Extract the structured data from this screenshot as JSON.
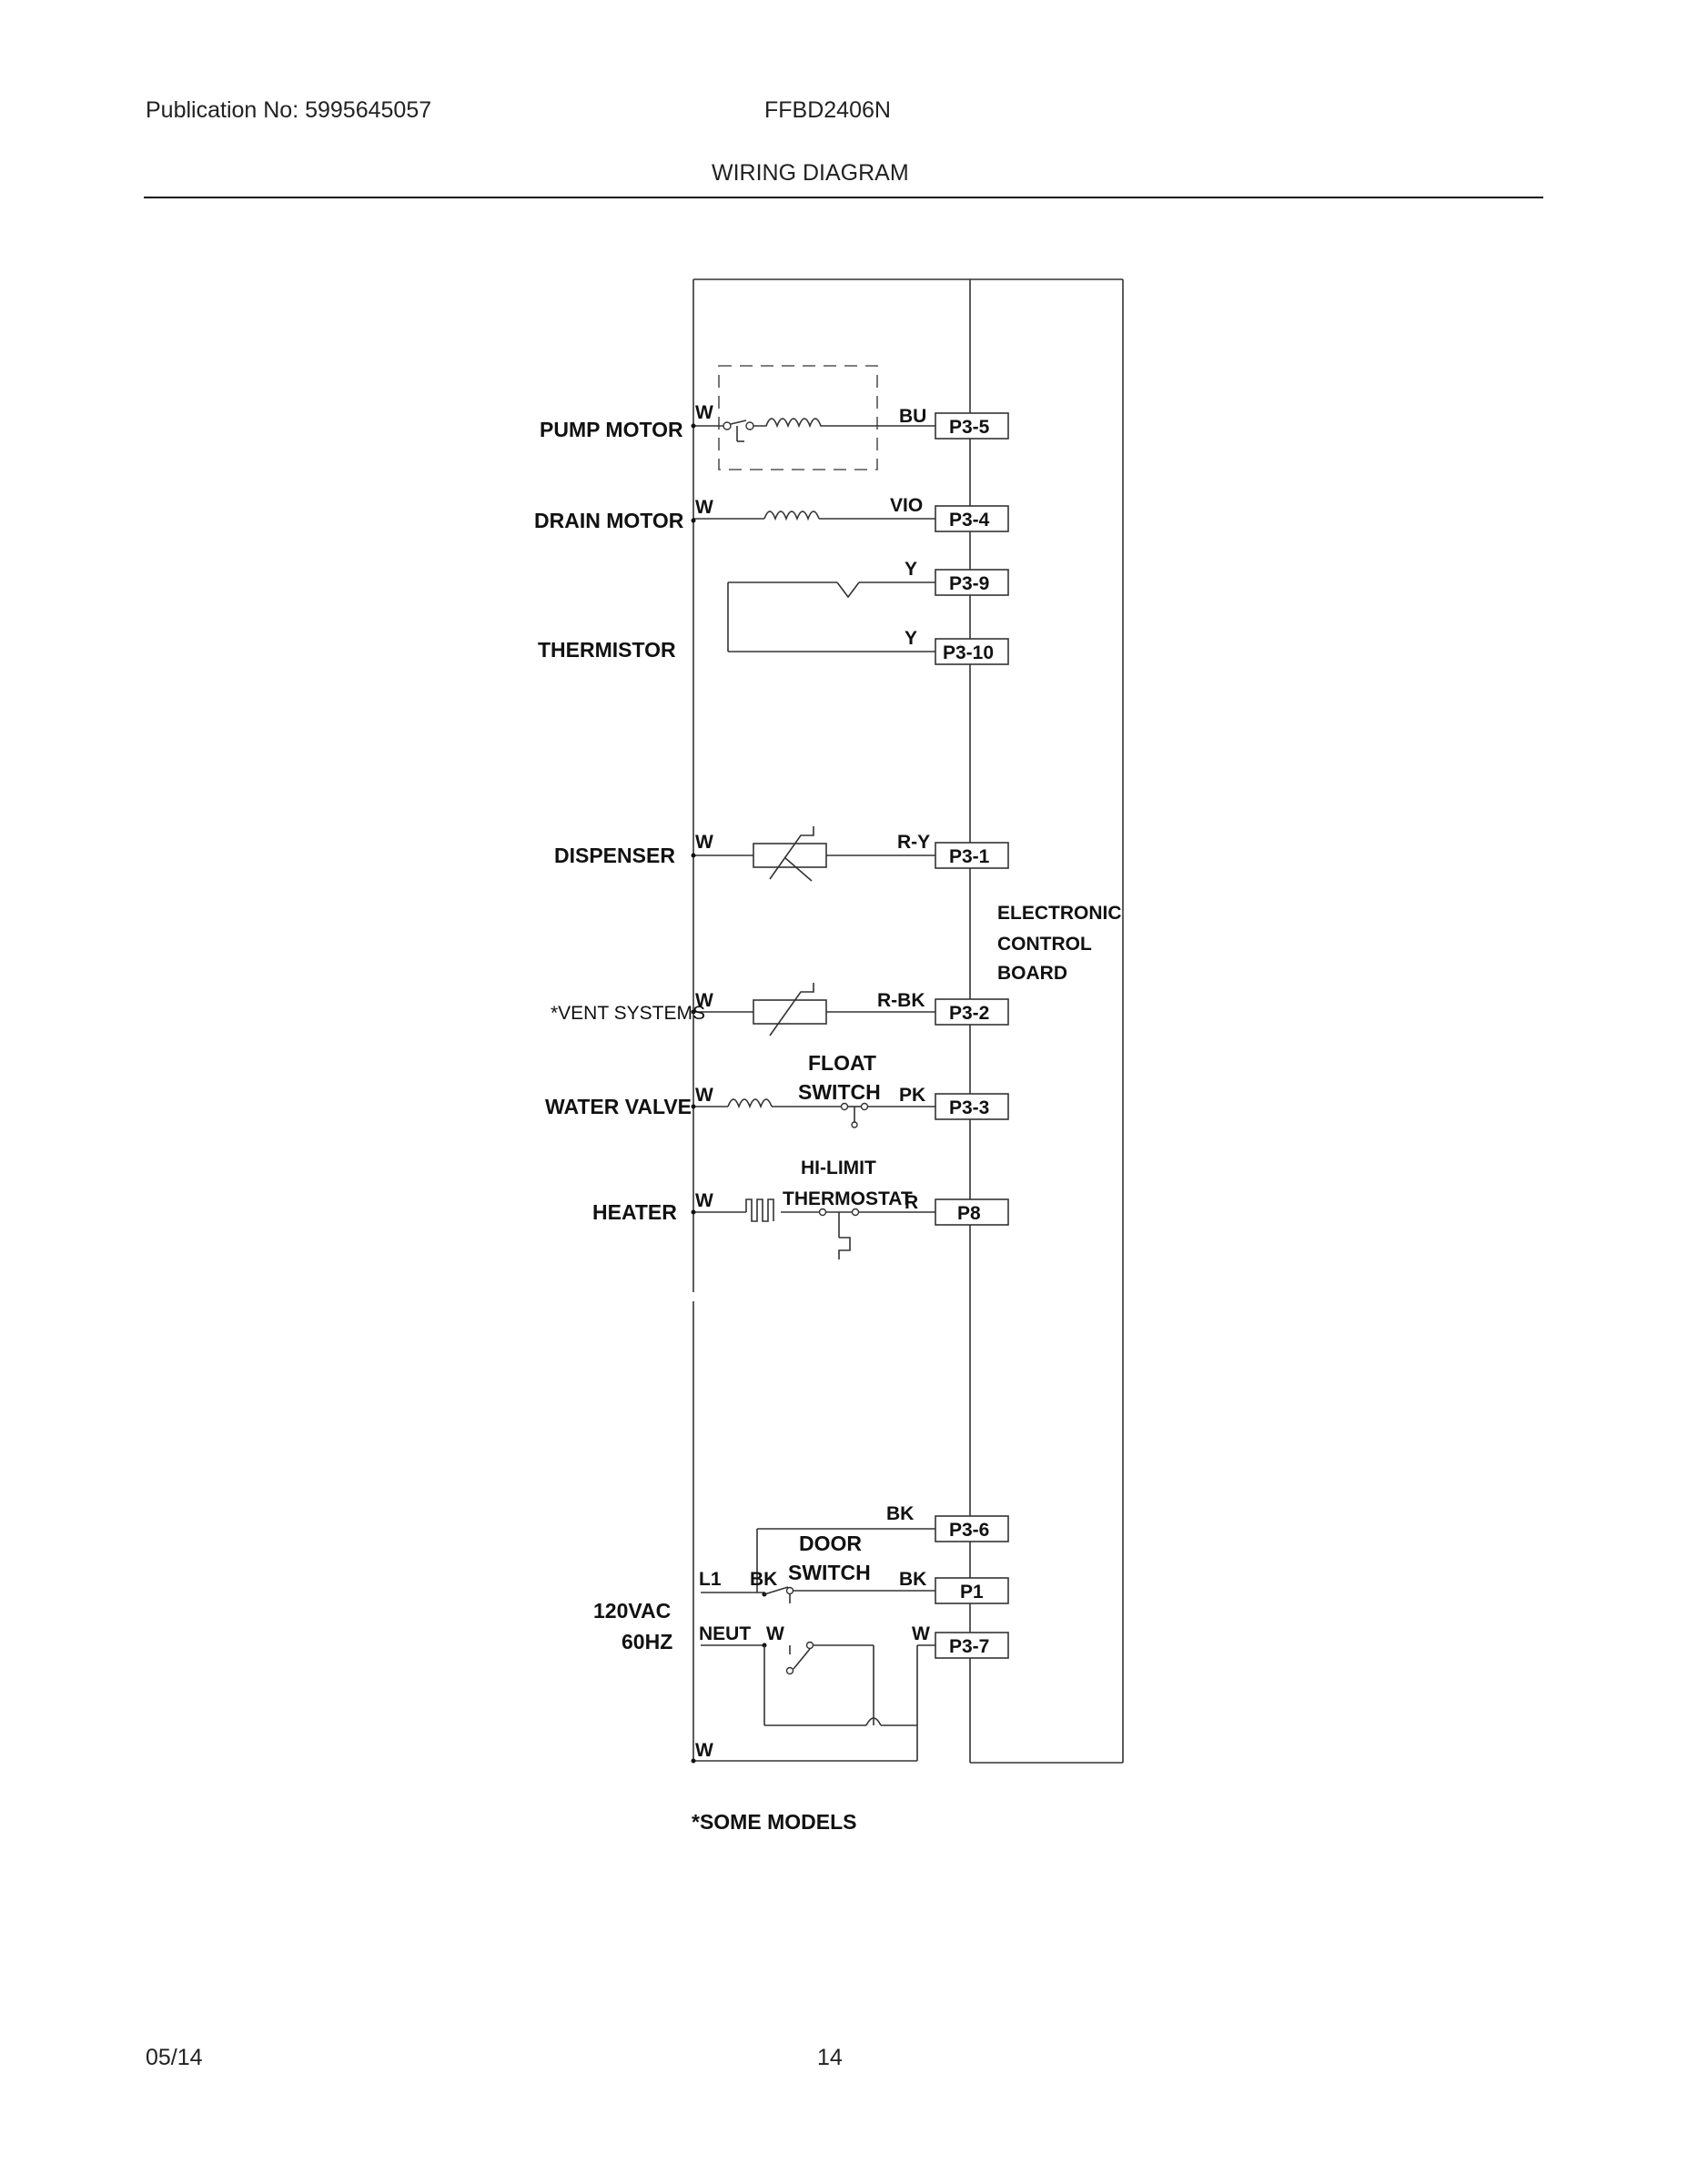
{
  "header": {
    "publication": "Publication No: 5995645057",
    "model": "FFBD2406N",
    "title": "WIRING DIAGRAM"
  },
  "footer": {
    "date": "05/14",
    "page": "14"
  },
  "components": {
    "pump_motor": "PUMP MOTOR",
    "drain_motor": "DRAIN MOTOR",
    "thermistor": "THERMISTOR",
    "dispenser": "DISPENSER",
    "vent_systems": "*VENT SYSTEMS",
    "water_valve": "WATER VALVE",
    "heater": "HEATER",
    "power_line1": "120VAC",
    "power_line2": "60HZ",
    "float_switch_line1": "FLOAT",
    "float_switch_line2": "SWITCH",
    "hi_limit_line1": "HI-LIMIT",
    "hi_limit_line2": "THERMOSTAT",
    "door_switch_line1": "DOOR",
    "door_switch_line2": "SWITCH",
    "board_line1": "ELECTRONIC",
    "board_line2": "CONTROL",
    "board_line3": "BOARD"
  },
  "wires": {
    "w_pump": "W",
    "bu": "BU",
    "w_drain": "W",
    "vio": "VIO",
    "y1": "Y",
    "y2": "Y",
    "w_disp": "W",
    "ry": "R-Y",
    "w_vent": "W",
    "rbk": "R-BK",
    "w_valve": "W",
    "pk": "PK",
    "w_heater": "W",
    "r": "R",
    "bk_top": "BK",
    "l1": "L1",
    "bk_l1": "BK",
    "bk_p1": "BK",
    "neut": "NEUT",
    "w_neut": "W",
    "w_p37": "W",
    "w_bottom": "W"
  },
  "pins": {
    "p3_5": "P3-5",
    "p3_4": "P3-4",
    "p3_9": "P3-9",
    "p3_10": "P3-10",
    "p3_1": "P3-1",
    "p3_2": "P3-2",
    "p3_3": "P3-3",
    "p8": "P8",
    "p3_6": "P3-6",
    "p1": "P1",
    "p3_7": "P3-7"
  },
  "note": "*SOME MODELS"
}
